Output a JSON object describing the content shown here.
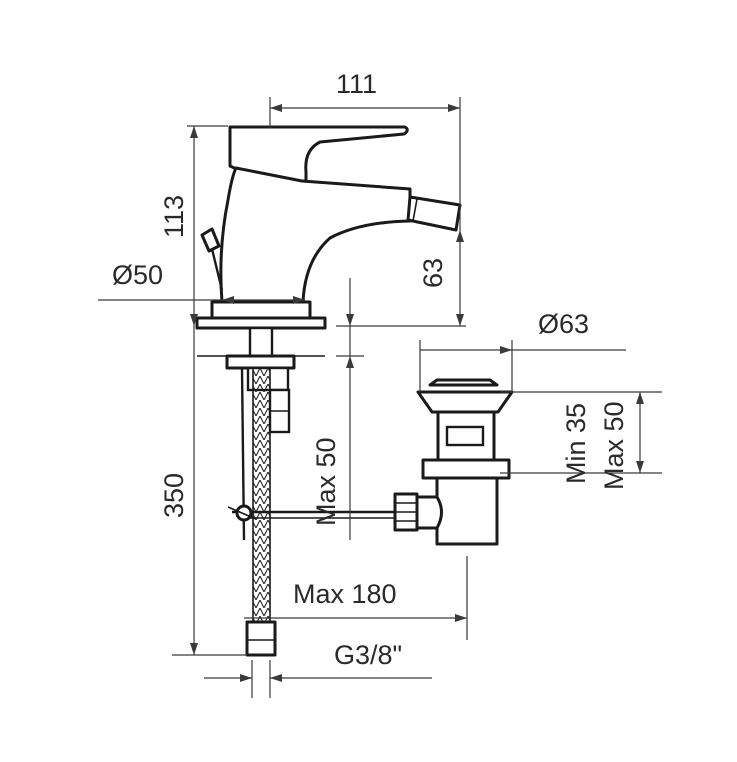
{
  "dimensions": {
    "width_total": "111",
    "height_total": "113",
    "base_diameter": "Ø50",
    "spout_height": "63",
    "waste_diameter": "Ø63",
    "pop_up_min": "Min 35",
    "pop_up_max": "Max 50",
    "deck_thickness_max": "Max 50",
    "hose_length": "350",
    "rod_length_max": "Max 180",
    "connection_thread": "G3/8\""
  },
  "colors": {
    "line": "#1a1a1a",
    "dimension": "#3a3a3a",
    "background": "#ffffff"
  }
}
